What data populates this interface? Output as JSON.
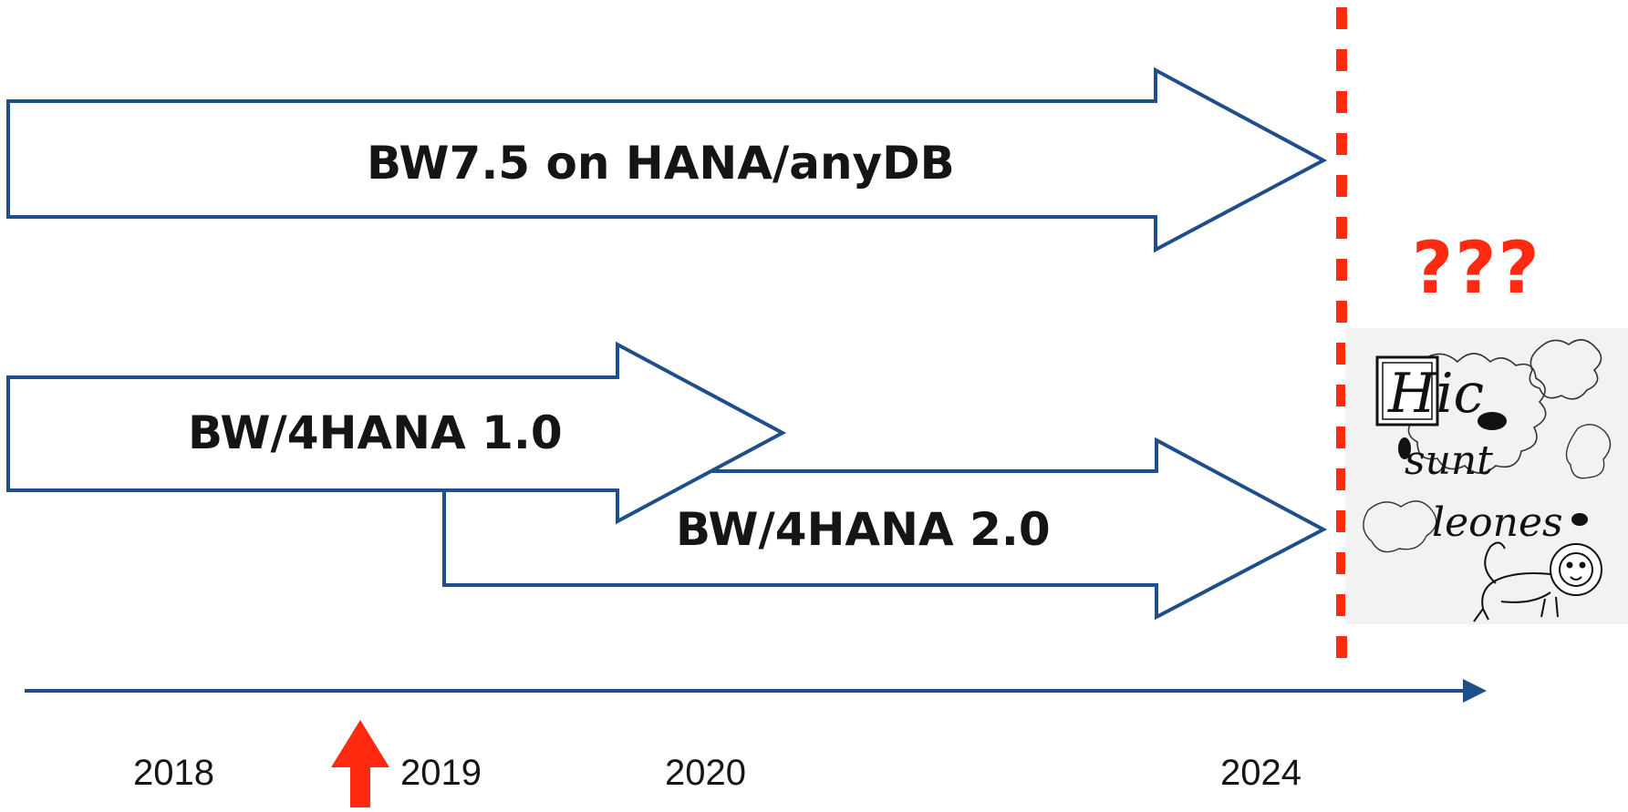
{
  "arrows": {
    "bw75": "BW7.5 on HANA/anyDB",
    "bw4_1": "BW/4HANA 1.0",
    "bw4_2": "BW/4HANA 2.0"
  },
  "timeline": {
    "years": [
      "2018",
      "2019",
      "2020",
      "2024"
    ]
  },
  "unknown": {
    "marks": "???",
    "map_inscription": [
      "Hic",
      "sunt",
      "leones"
    ]
  },
  "colors": {
    "arrow_outline": "#1f4e8c",
    "accent_red": "#ff2a10",
    "text": "#151515"
  }
}
